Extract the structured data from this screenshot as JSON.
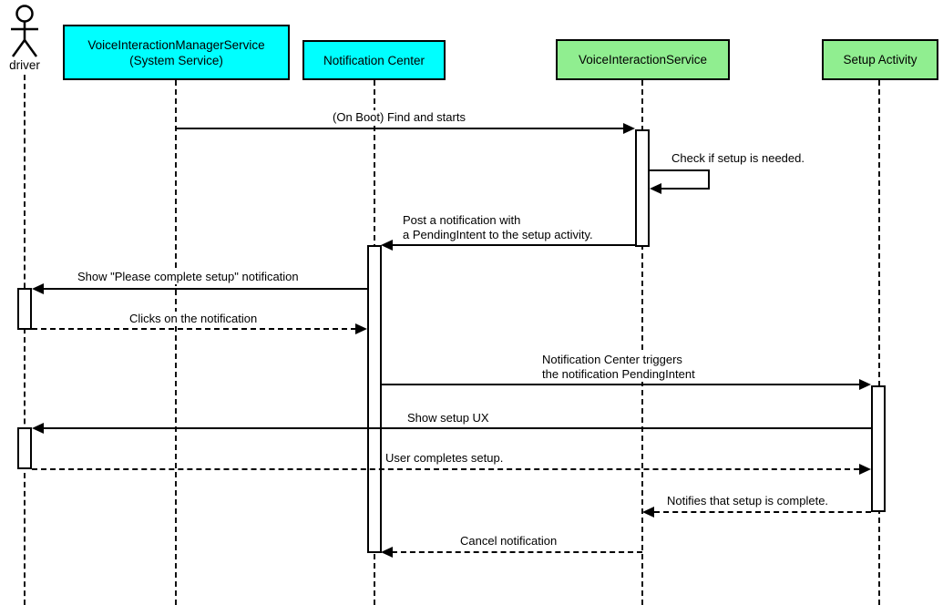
{
  "diagram": {
    "type": "uml-sequence-diagram",
    "colors": {
      "participant_cyan": "#00ffff",
      "participant_green": "#90ee90",
      "line": "#000000",
      "background": "#ffffff"
    },
    "participants": [
      {
        "id": "driver",
        "kind": "actor",
        "label": "driver"
      },
      {
        "id": "vims",
        "kind": "box",
        "label": "VoiceInteractionManagerService\n(System Service)",
        "fill": "#00ffff"
      },
      {
        "id": "nc",
        "kind": "box",
        "label": "Notification Center",
        "fill": "#00ffff"
      },
      {
        "id": "vis",
        "kind": "box",
        "label": "VoiceInteractionService",
        "fill": "#90ee90"
      },
      {
        "id": "setup",
        "kind": "box",
        "label": "Setup Activity",
        "fill": "#90ee90"
      }
    ],
    "messages": [
      {
        "n": 1,
        "from": "VoiceInteractionManagerService",
        "to": "VoiceInteractionService",
        "style": "solid",
        "label": "(On Boot) Find and starts"
      },
      {
        "n": 2,
        "from": "VoiceInteractionService",
        "to": "VoiceInteractionService",
        "style": "solid-self",
        "label": "Check if setup is needed."
      },
      {
        "n": 3,
        "from": "VoiceInteractionService",
        "to": "Notification Center",
        "style": "solid",
        "label": "Post a notification with\na PendingIntent to the setup activity."
      },
      {
        "n": 4,
        "from": "Notification Center",
        "to": "driver",
        "style": "solid",
        "label": "Show \"Please complete setup\" notification"
      },
      {
        "n": 5,
        "from": "driver",
        "to": "Notification Center",
        "style": "dashed",
        "label": "Clicks on the notification"
      },
      {
        "n": 6,
        "from": "Notification Center",
        "to": "Setup Activity",
        "style": "solid",
        "label": "Notification Center triggers\nthe notification PendingIntent"
      },
      {
        "n": 7,
        "from": "Setup Activity",
        "to": "driver",
        "style": "solid",
        "label": "Show setup UX"
      },
      {
        "n": 8,
        "from": "driver",
        "to": "Setup Activity",
        "style": "dashed",
        "label": "User completes setup."
      },
      {
        "n": 9,
        "from": "Setup Activity",
        "to": "VoiceInteractionService",
        "style": "dashed",
        "label": "Notifies that setup is complete."
      },
      {
        "n": 10,
        "from": "VoiceInteractionService",
        "to": "Notification Center",
        "style": "dashed",
        "label": "Cancel notification"
      }
    ]
  }
}
